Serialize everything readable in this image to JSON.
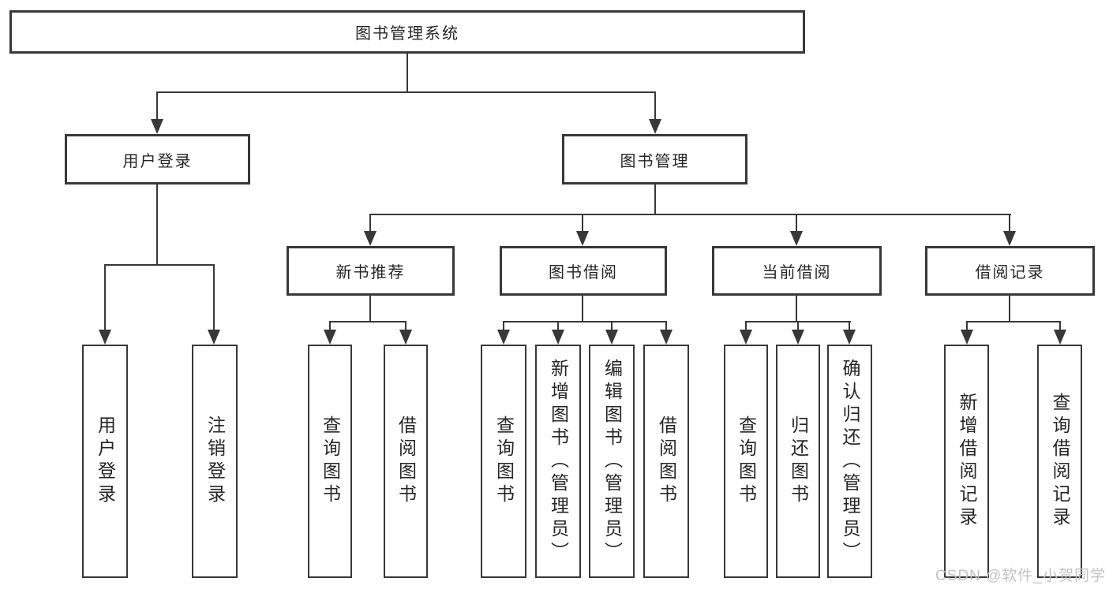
{
  "colors": {
    "line": "#383838",
    "text": "#262626",
    "watermark": "#c3c3c3"
  },
  "watermark": {
    "text": "CSDN @软件_小贺同学"
  },
  "diagram": {
    "root": {
      "label": "图书管理系统"
    },
    "branches": [
      {
        "label": "用户登录",
        "children": [
          {
            "label": "用户登录"
          },
          {
            "label": "注销登录"
          }
        ]
      },
      {
        "label": "图书管理",
        "sections": [
          {
            "label": "新书推荐",
            "children": [
              {
                "label": "查询图书"
              },
              {
                "label": "借阅图书"
              }
            ]
          },
          {
            "label": "图书借阅",
            "children": [
              {
                "label": "查询图书"
              },
              {
                "label": "新增图书（管理员）"
              },
              {
                "label": "编辑图书（管理员）"
              },
              {
                "label": "借阅图书"
              }
            ]
          },
          {
            "label": "当前借阅",
            "children": [
              {
                "label": "查询图书"
              },
              {
                "label": "归还图书"
              },
              {
                "label": "确认归还（管理员）"
              }
            ]
          },
          {
            "label": "借阅记录",
            "children": [
              {
                "label": "新增借阅记录"
              },
              {
                "label": "查询借阅记录"
              }
            ]
          }
        ]
      }
    ]
  }
}
